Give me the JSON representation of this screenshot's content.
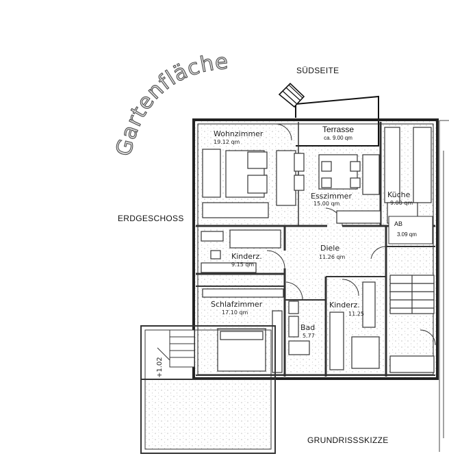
{
  "labels": {
    "garden": "Gartenfläche",
    "south_side": "SÜDSEITE",
    "ground_floor": "ERDGESCHOSS",
    "sketch": "GRUNDRISSSKIZZE",
    "stair_level": "+1.02"
  },
  "rooms": [
    {
      "key": "wohnzimmer",
      "name": "Wohnzimmer",
      "area": "19.12 qm"
    },
    {
      "key": "esszimmer",
      "name": "Esszimmer",
      "area": "15.00 qm"
    },
    {
      "key": "kueche",
      "name": "Küche",
      "area": "9.00 qm"
    },
    {
      "key": "diele",
      "name": "Diele",
      "area": "11.26 qm"
    },
    {
      "key": "kinderz1",
      "name": "Kinderz.",
      "area": "9.15 qm"
    },
    {
      "key": "schlafzimmer",
      "name": "Schlafzimmer",
      "area": "17.10 qm"
    },
    {
      "key": "bad",
      "name": "Bad",
      "area": "5.77"
    },
    {
      "key": "kinderz2",
      "name": "Kinderz.",
      "area": "11.25"
    }
  ],
  "terrace": {
    "name": "Terrasse",
    "area": "ca. 9.00 qm"
  },
  "storage": {
    "name": "AB",
    "area": "3.09 qm"
  }
}
